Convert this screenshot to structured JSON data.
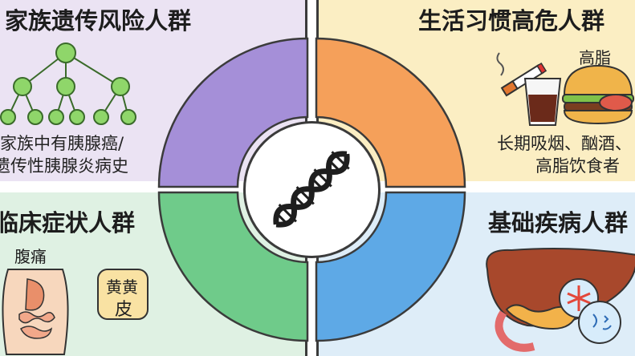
{
  "quadrants": {
    "top_left": {
      "title": "家族遗传风险人群",
      "desc_line1": "家族中有胰腺癌/",
      "desc_line2": "遗传性胰腺炎病史",
      "icon": "family-tree-icon",
      "color": "#a58fd8"
    },
    "top_right": {
      "title": "生活习惯高危人群",
      "label_fat": "高脂",
      "desc_line1": "长期吸烟、酗酒、",
      "desc_line2": "高脂饮食者",
      "icons": [
        "cigarette-icon",
        "drink-glass-icon",
        "burger-icon"
      ],
      "color": "#f5a05a"
    },
    "bottom_left": {
      "title": "临床症状人群",
      "label_pain": "腹痛",
      "label_jaundice": "黄黄",
      "jaundice_char": "皮",
      "icons": [
        "abdomen-organs-icon",
        "jaundice-tile-icon"
      ],
      "color": "#6fcb8a"
    },
    "bottom_right": {
      "title": "基础疾病人群",
      "icons": [
        "liver-pancreas-icon",
        "microscope-cell-icon"
      ],
      "color": "#5ea9e6"
    }
  },
  "center": {
    "icon": "dna-helix-icon"
  }
}
